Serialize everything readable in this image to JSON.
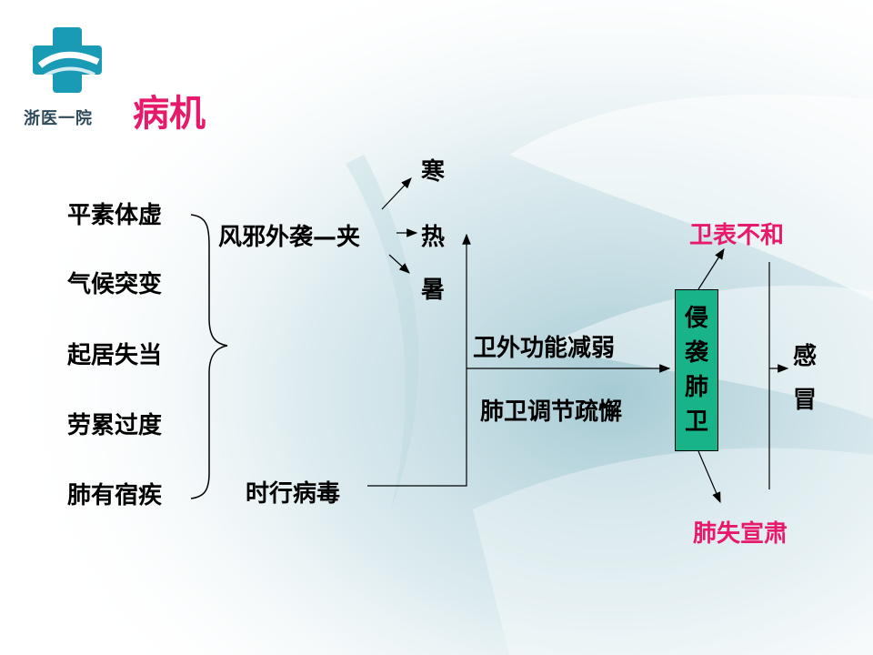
{
  "logo": {
    "text": "浙医一院"
  },
  "title": "病机",
  "causes": [
    "平素体虚",
    "气候突变",
    "起居失当",
    "劳累过度",
    "肺有宿疾"
  ],
  "wind_evil": "风邪外袭—夹",
  "qualities": [
    "寒",
    "热",
    "暑"
  ],
  "epidemic": "时行病毒",
  "mechanism": [
    "卫外功能减弱",
    "肺卫调节疏懈"
  ],
  "invasion": [
    "侵",
    "袭",
    "肺",
    "卫"
  ],
  "outcomes": {
    "top": "卫表不和",
    "bottom": "肺失宣肃"
  },
  "result": [
    "感",
    "冒"
  ],
  "colors": {
    "accent": "#e6196b",
    "box": "#19b38a",
    "logo": "#1a9bb5"
  }
}
